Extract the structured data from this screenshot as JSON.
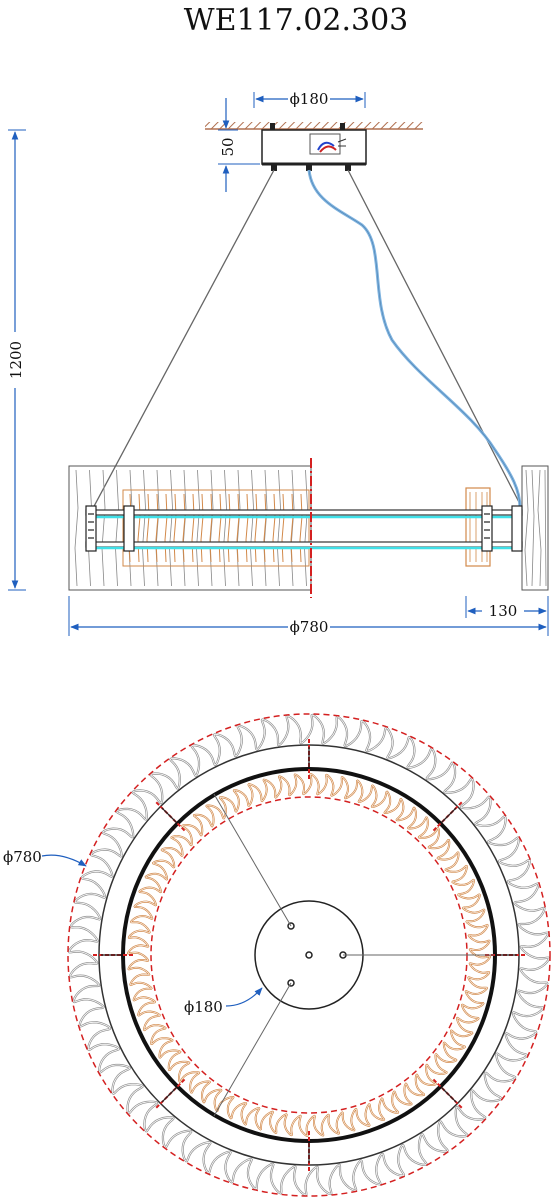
{
  "title": "WE117.02.303",
  "side_view": {
    "canopy_diameter": "ϕ180",
    "canopy_height": "50",
    "total_height": "1200",
    "ring_diameter": "ϕ780",
    "ring_depth": "130"
  },
  "top_view": {
    "outer_diameter": "ϕ780",
    "canopy_diameter": "ϕ180"
  },
  "colors": {
    "dimension": "#1f5fbf",
    "ceiling": "#b07050",
    "cable": "#7fb3df",
    "led": "#40e0e8",
    "crystal_inner": "#d2894a",
    "crystal_outer": "#909090",
    "outline": "#333333",
    "centerline": "#d42020"
  }
}
